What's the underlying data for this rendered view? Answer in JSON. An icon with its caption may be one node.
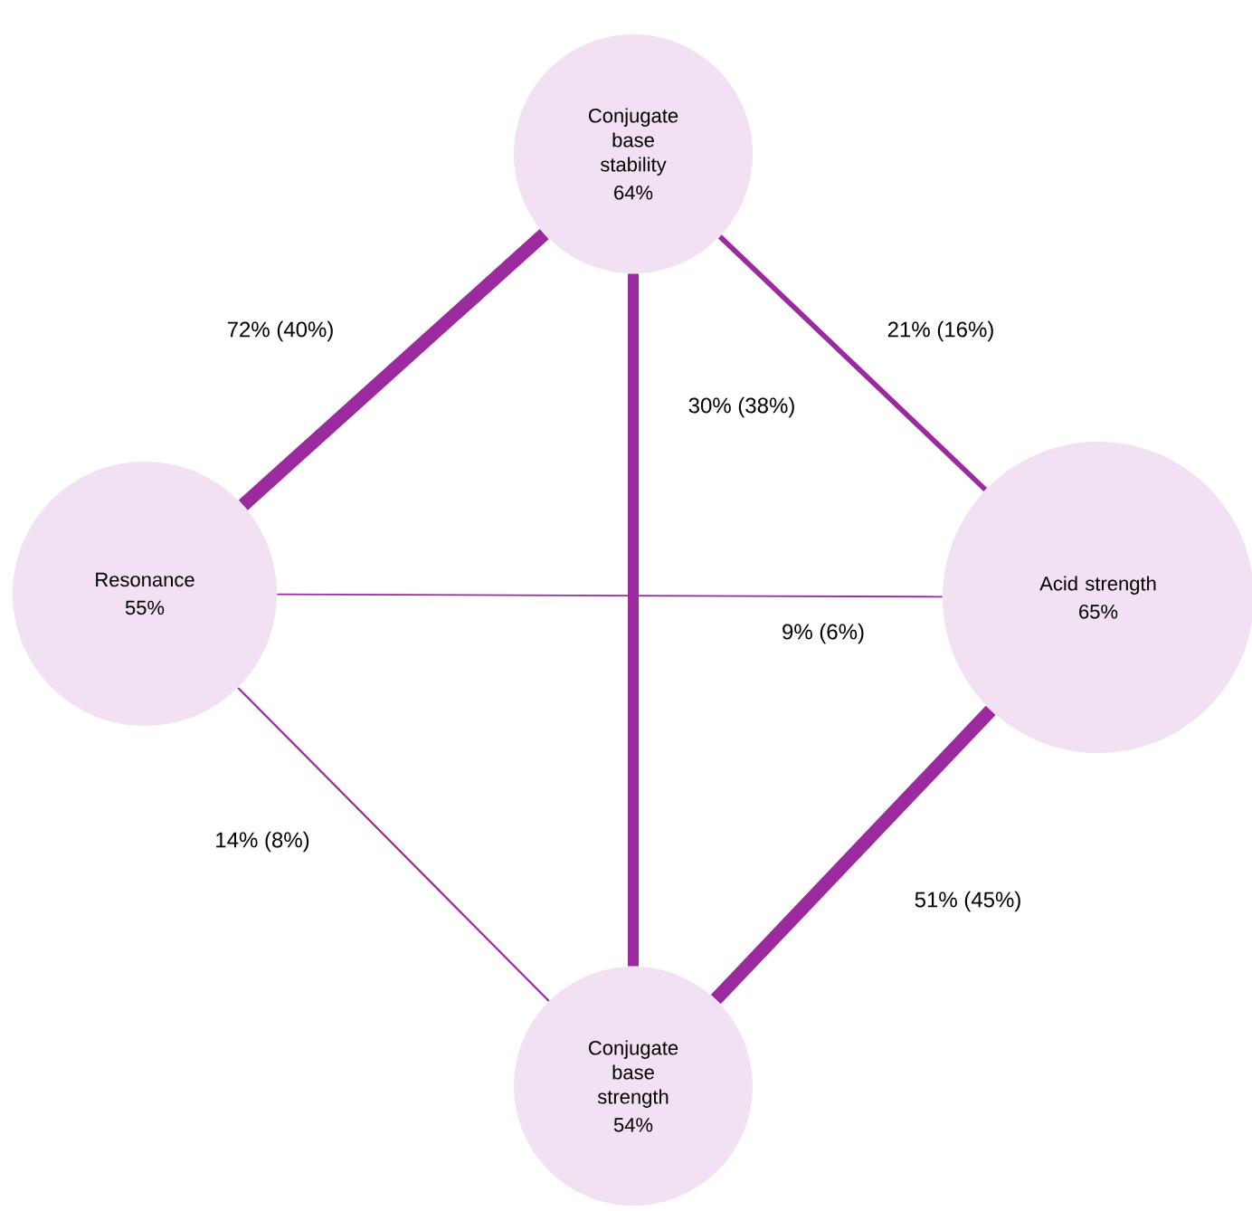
{
  "diagram": {
    "nodes": [
      {
        "text": [
          "Conjugate base stability",
          "64%"
        ]
      },
      {
        "text": [
          "Resonance",
          "55%"
        ]
      },
      {
        "text": [
          "Acid strength",
          "65%"
        ]
      },
      {
        "text": [
          "Conjugate base strength",
          "54%"
        ]
      }
    ],
    "edges": [
      {
        "from": 0,
        "to": 1,
        "arrow": "none",
        "label": "72% (40%)",
        "style": "thick"
      },
      {
        "from": 0,
        "to": 3,
        "arrow": "none",
        "label": "30% (38%)",
        "style": "thick"
      },
      {
        "from": 0,
        "to": 2,
        "arrow": "none",
        "label": "21% (16%)"
      },
      {
        "from": 1,
        "to": 2,
        "arrow": "none",
        "label": "9% (6%)"
      },
      {
        "from": 1,
        "to": 3,
        "arrow": "none",
        "label": "14% (8%)"
      },
      {
        "from": 2,
        "to": 3,
        "arrow": "none",
        "label": "51% (45%)",
        "style": "thick"
      }
    ]
  }
}
